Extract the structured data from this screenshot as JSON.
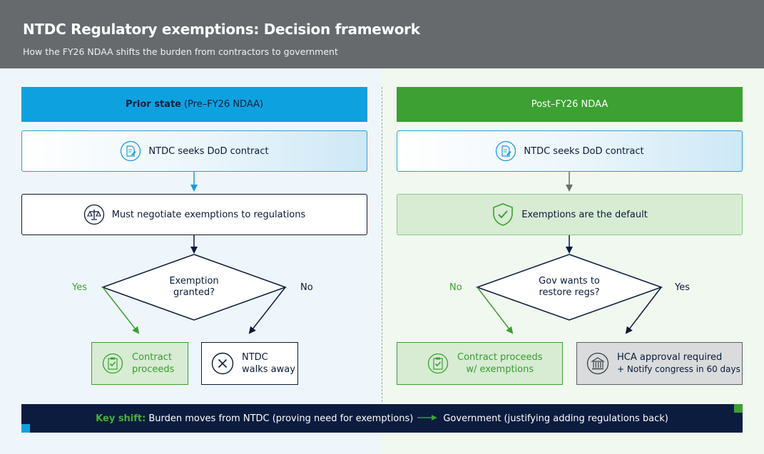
{
  "header": {
    "title": "NTDC Regulatory exemptions: Decision framework",
    "subtitle": "How the FY26 NDAA shifts the burden from contractors to government"
  },
  "left": {
    "head_bold": "Prior state",
    "head_rest": "(Pre–FY26 NDAA)",
    "step1": "NTDC seeks DoD contract",
    "step2": "Must negotiate exemptions to regulations",
    "decision": [
      "Exemption",
      "granted?"
    ],
    "yes": "Yes",
    "no": "No",
    "outcome_yes": [
      "Contract",
      "proceeds"
    ],
    "outcome_no": [
      "NTDC",
      "walks away"
    ]
  },
  "right": {
    "head": "Post–FY26 NDAA",
    "step1": "NTDC seeks DoD contract",
    "step2": "Exemptions are the default",
    "decision": [
      "Gov wants to",
      "restore regs?"
    ],
    "no": "No",
    "yes": "Yes",
    "outcome_no": [
      "Contract proceeds",
      "w/ exemptions"
    ],
    "outcome_yes": [
      "HCA approval required",
      "+ Notify congress in 60 days"
    ]
  },
  "footer": {
    "key": "Key shift:",
    "from": "Burden moves from NTDC (proving need for exemptions)",
    "to": "Government (justifying adding regulations back)"
  },
  "colors": {
    "blue": "#0ea1e0",
    "green": "#3ca032",
    "navy": "#0b1c3f",
    "header_gray": "#676a6d"
  },
  "icons": {
    "step1": "contract-document-icon",
    "step2_left": "balance-scale-icon",
    "step2_right": "shield-check-icon",
    "proceeds": "approved-document-icon",
    "walk_away": "x-circle-icon",
    "hca": "government-building-icon"
  }
}
